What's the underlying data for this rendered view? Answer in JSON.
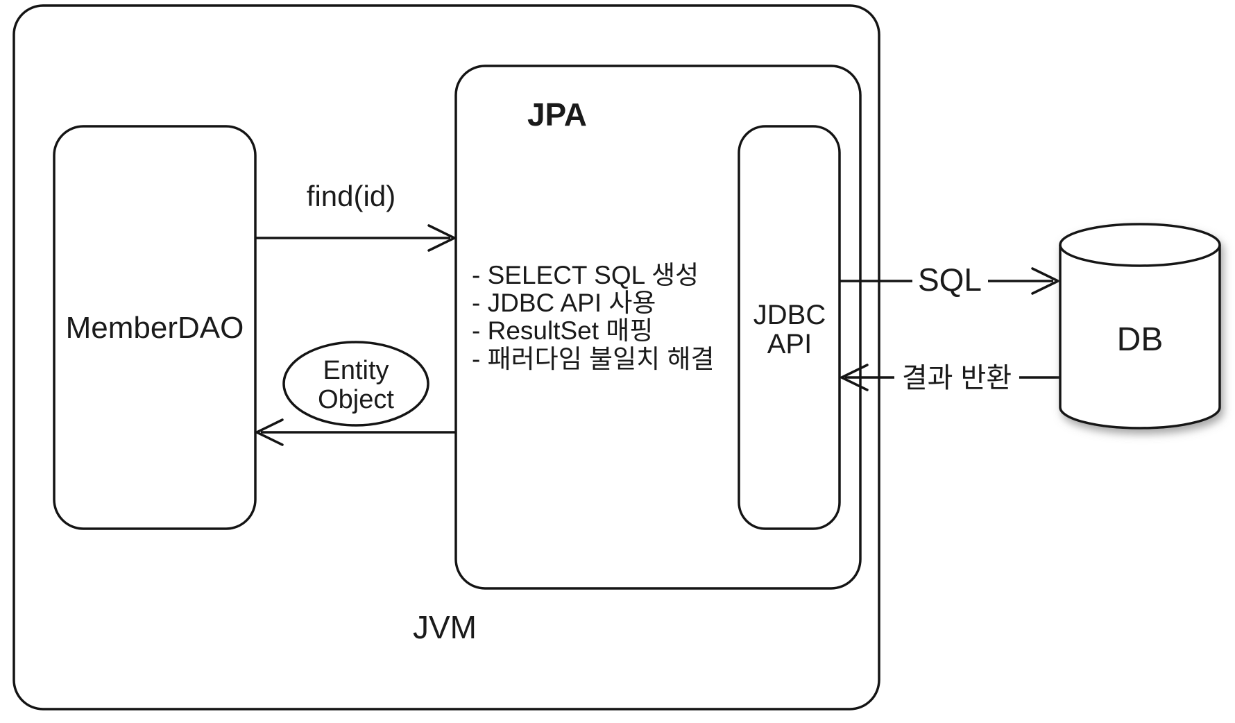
{
  "diagram": {
    "jvm": {
      "label": "JVM"
    },
    "member_dao": {
      "label": "MemberDAO"
    },
    "jpa": {
      "title": "JPA",
      "bullets": [
        "- SELECT SQL 생성",
        "- JDBC API 사용",
        "- ResultSet 매핑",
        "- 패러다임 불일치 해결"
      ]
    },
    "jdbc_api": {
      "line1": "JDBC",
      "line2": "API"
    },
    "db": {
      "label": "DB"
    },
    "flows": {
      "find_call": "find(id)",
      "entity_object": {
        "line1": "Entity",
        "line2": "Object"
      },
      "sql": "SQL",
      "result_return": "결과 반환"
    },
    "colors": {
      "stroke": "#141414",
      "background": "#ffffff"
    }
  }
}
